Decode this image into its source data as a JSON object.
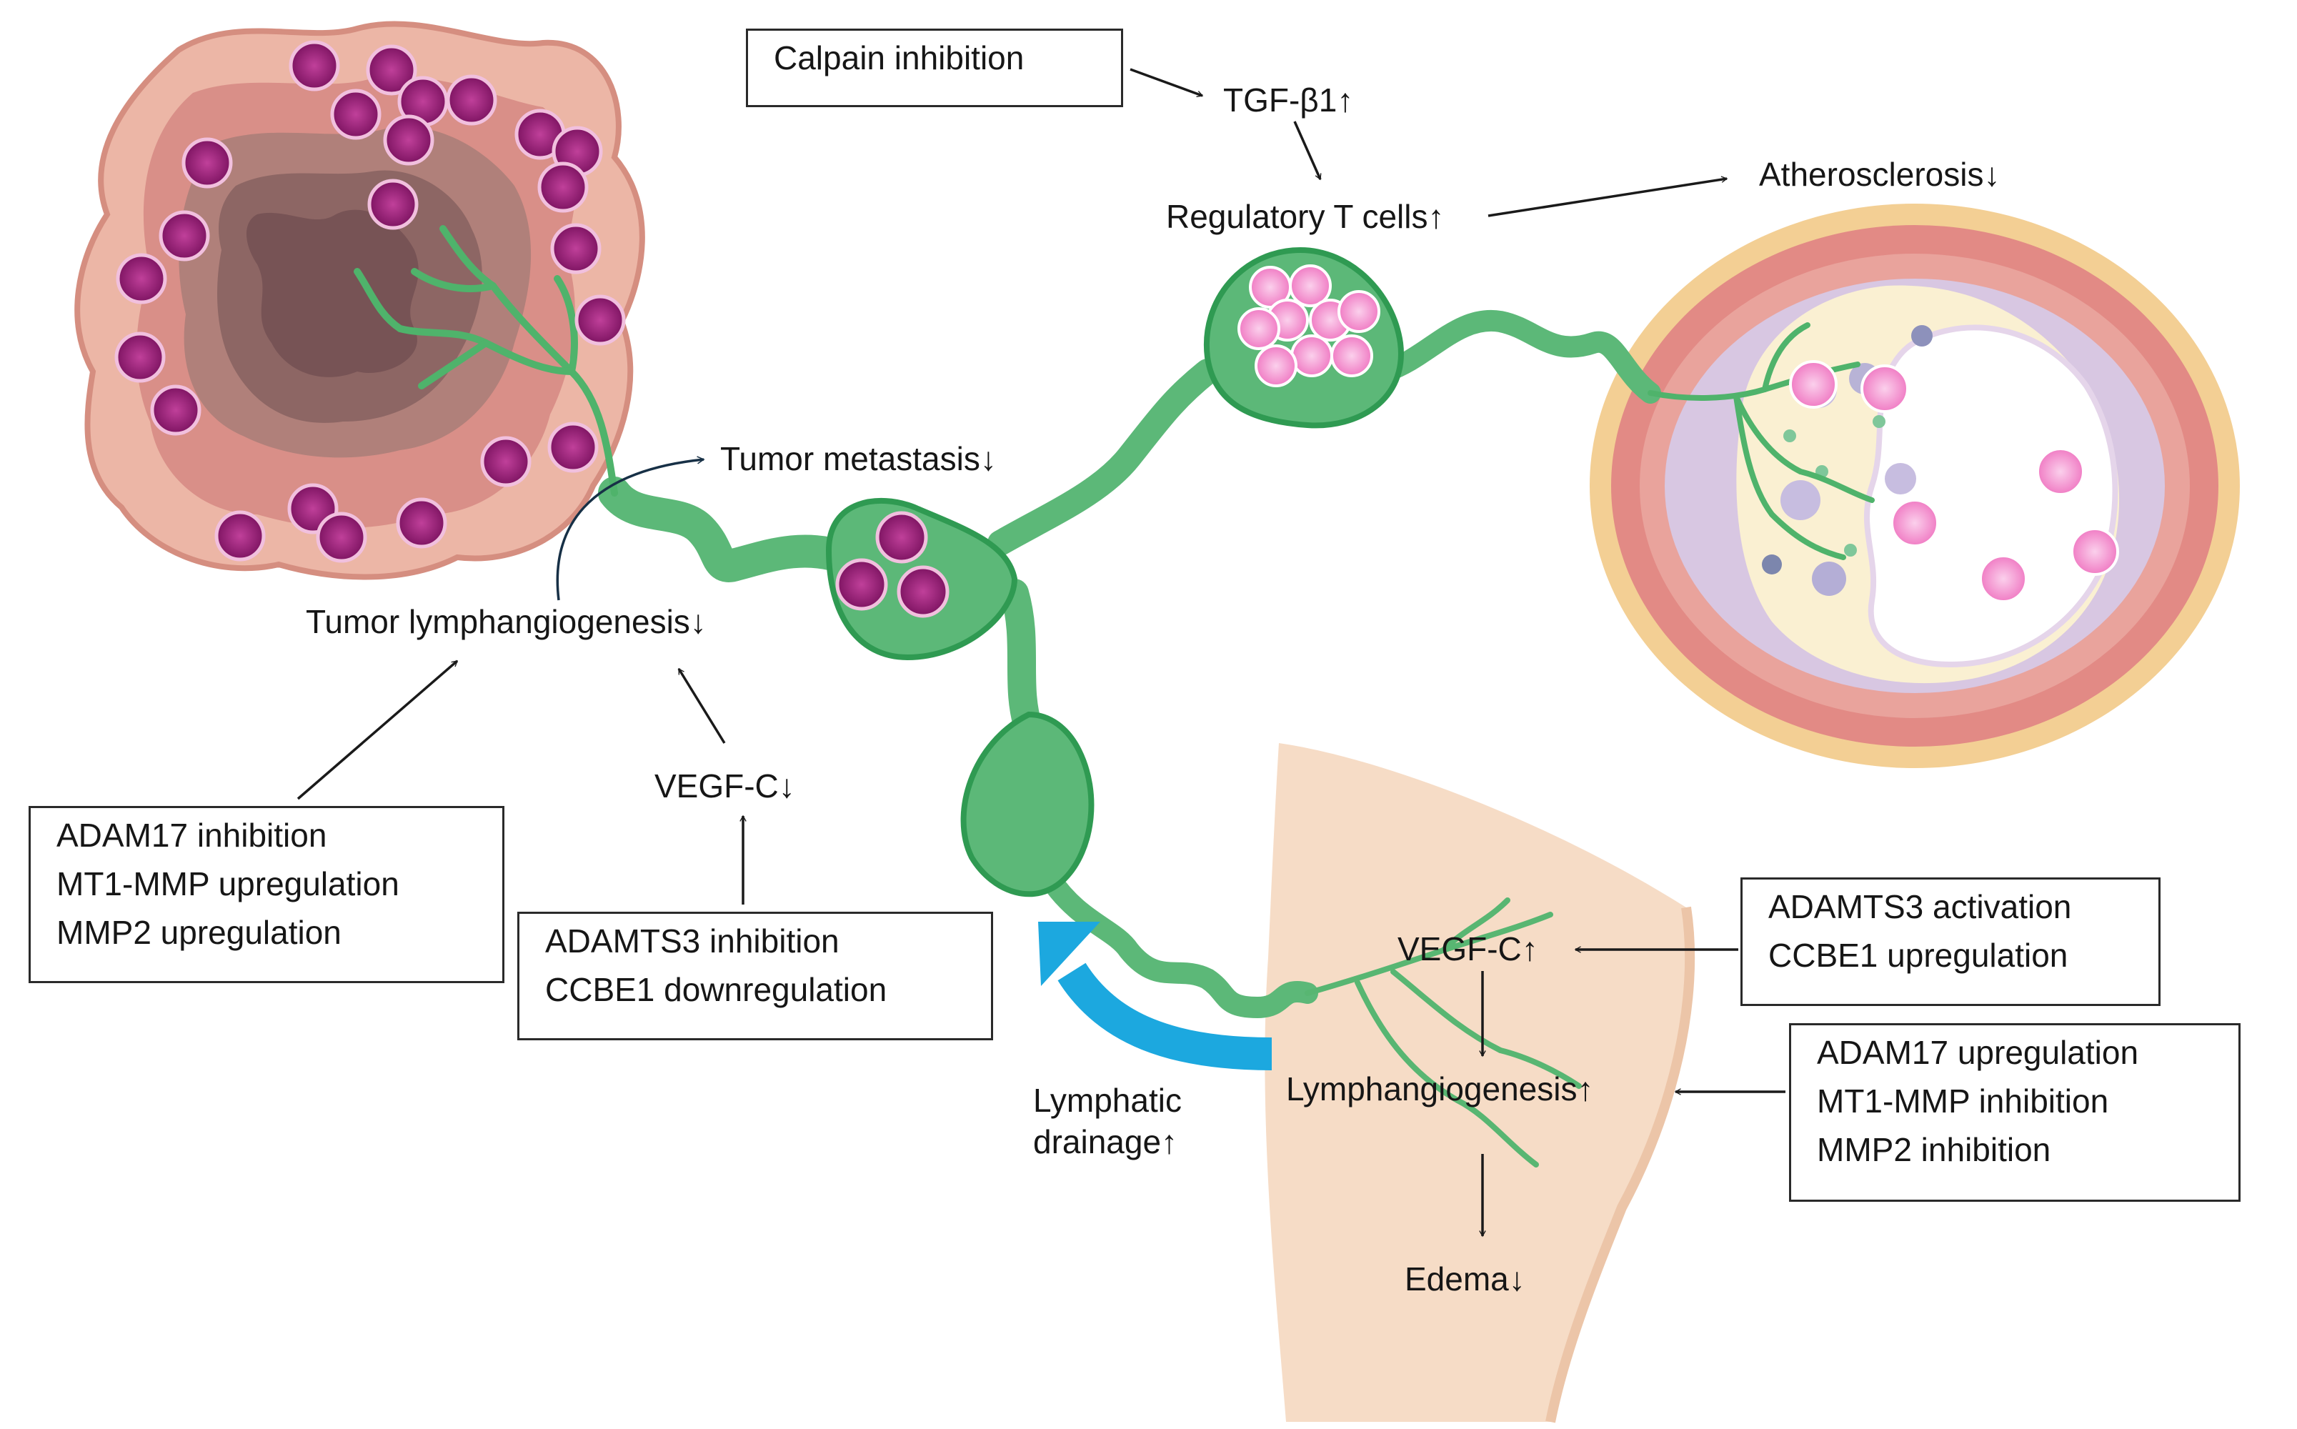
{
  "labels": {
    "calpain_inhibition": "Calpain inhibition",
    "tgf_beta1": "TGF-β1↑",
    "regulatory_t_cells": "Regulatory T cells↑",
    "atherosclerosis": "Atherosclerosis↓",
    "tumor_metastasis": "Tumor metastasis↓",
    "tumor_lymphangiogenesis": "Tumor lymphangiogenesis↓",
    "vegfc_down": "VEGF-C↓",
    "vegfc_up": "VEGF-C↑",
    "lymphangiogenesis_up": "Lymphangiogenesis↑",
    "lymphatic_drainage": [
      "Lymphatic",
      "drainage↑"
    ],
    "edema": "Edema↓"
  },
  "boxes": {
    "tumor_regulators": [
      "ADAM17 inhibition",
      "MT1-MMP upregulation",
      "MMP2 upregulation"
    ],
    "vegfc_regulators_down": [
      "ADAMTS3 inhibition",
      "CCBE1 downregulation"
    ],
    "vegfc_regulators_up": [
      "ADAMTS3 activation",
      "CCBE1 upregulation"
    ],
    "lymphangiogenesis_regulators": [
      "ADAM17 upregulation",
      "MT1-MMP inhibition",
      "MMP2 inhibition"
    ]
  },
  "colors": {
    "lymph_vessel": "#5cb878",
    "lymph_vessel_dark": "#2f9a52",
    "tumor_cell": "#9a1e78",
    "immune_cell": "#f08ccc",
    "drainage_arrow": "#1ca8df",
    "artery_outer": "#f3cf94",
    "artery_wall": "#e28a85",
    "leg_skin": "#f6dcc6"
  }
}
